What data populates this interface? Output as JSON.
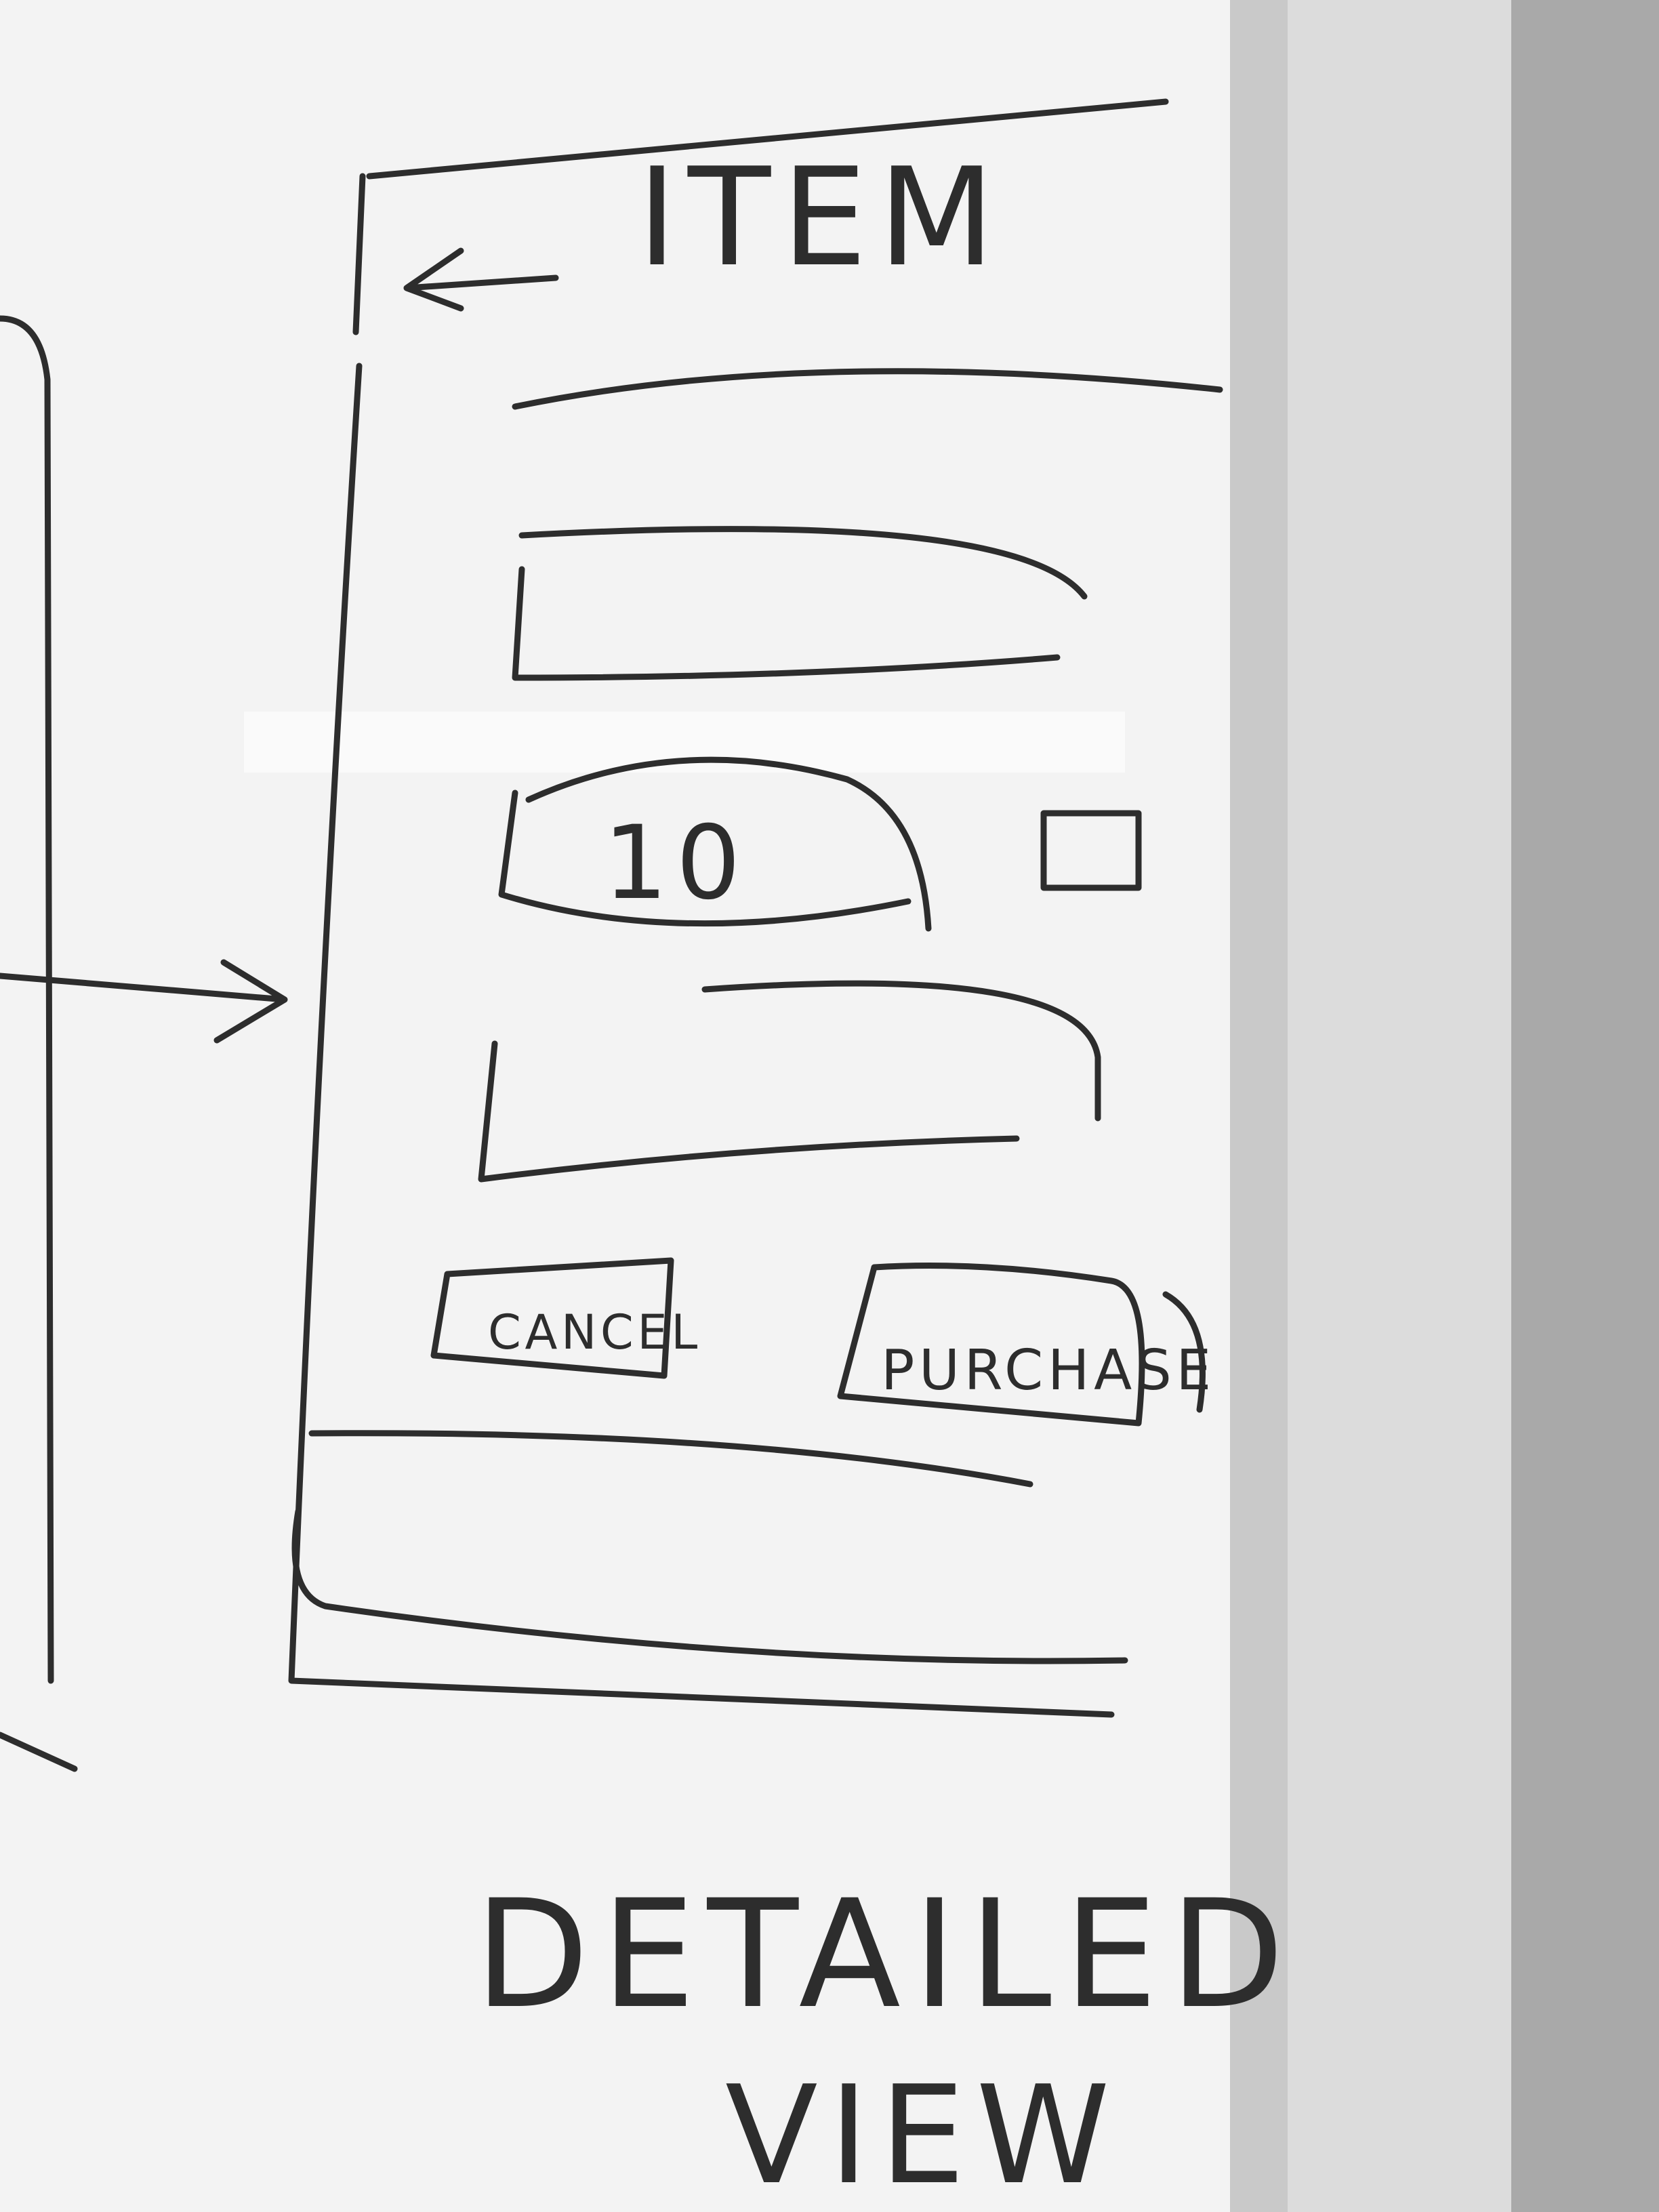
{
  "sketch": {
    "header": {
      "title": "ITEM",
      "back_arrow": "back-arrow-icon"
    },
    "quantity_field": {
      "value": "10",
      "checkbox": "checkbox-icon"
    },
    "buttons": {
      "cancel_label": "CANCEL",
      "purchase_label": "PURCHASE"
    },
    "caption": {
      "line1": "DETAILED",
      "line2": "VIEW"
    }
  },
  "colors": {
    "ink": "#2d2d2d",
    "board": "#f3f3f3",
    "frame": "#c9c9c9",
    "wall": "#b8b8b8"
  }
}
